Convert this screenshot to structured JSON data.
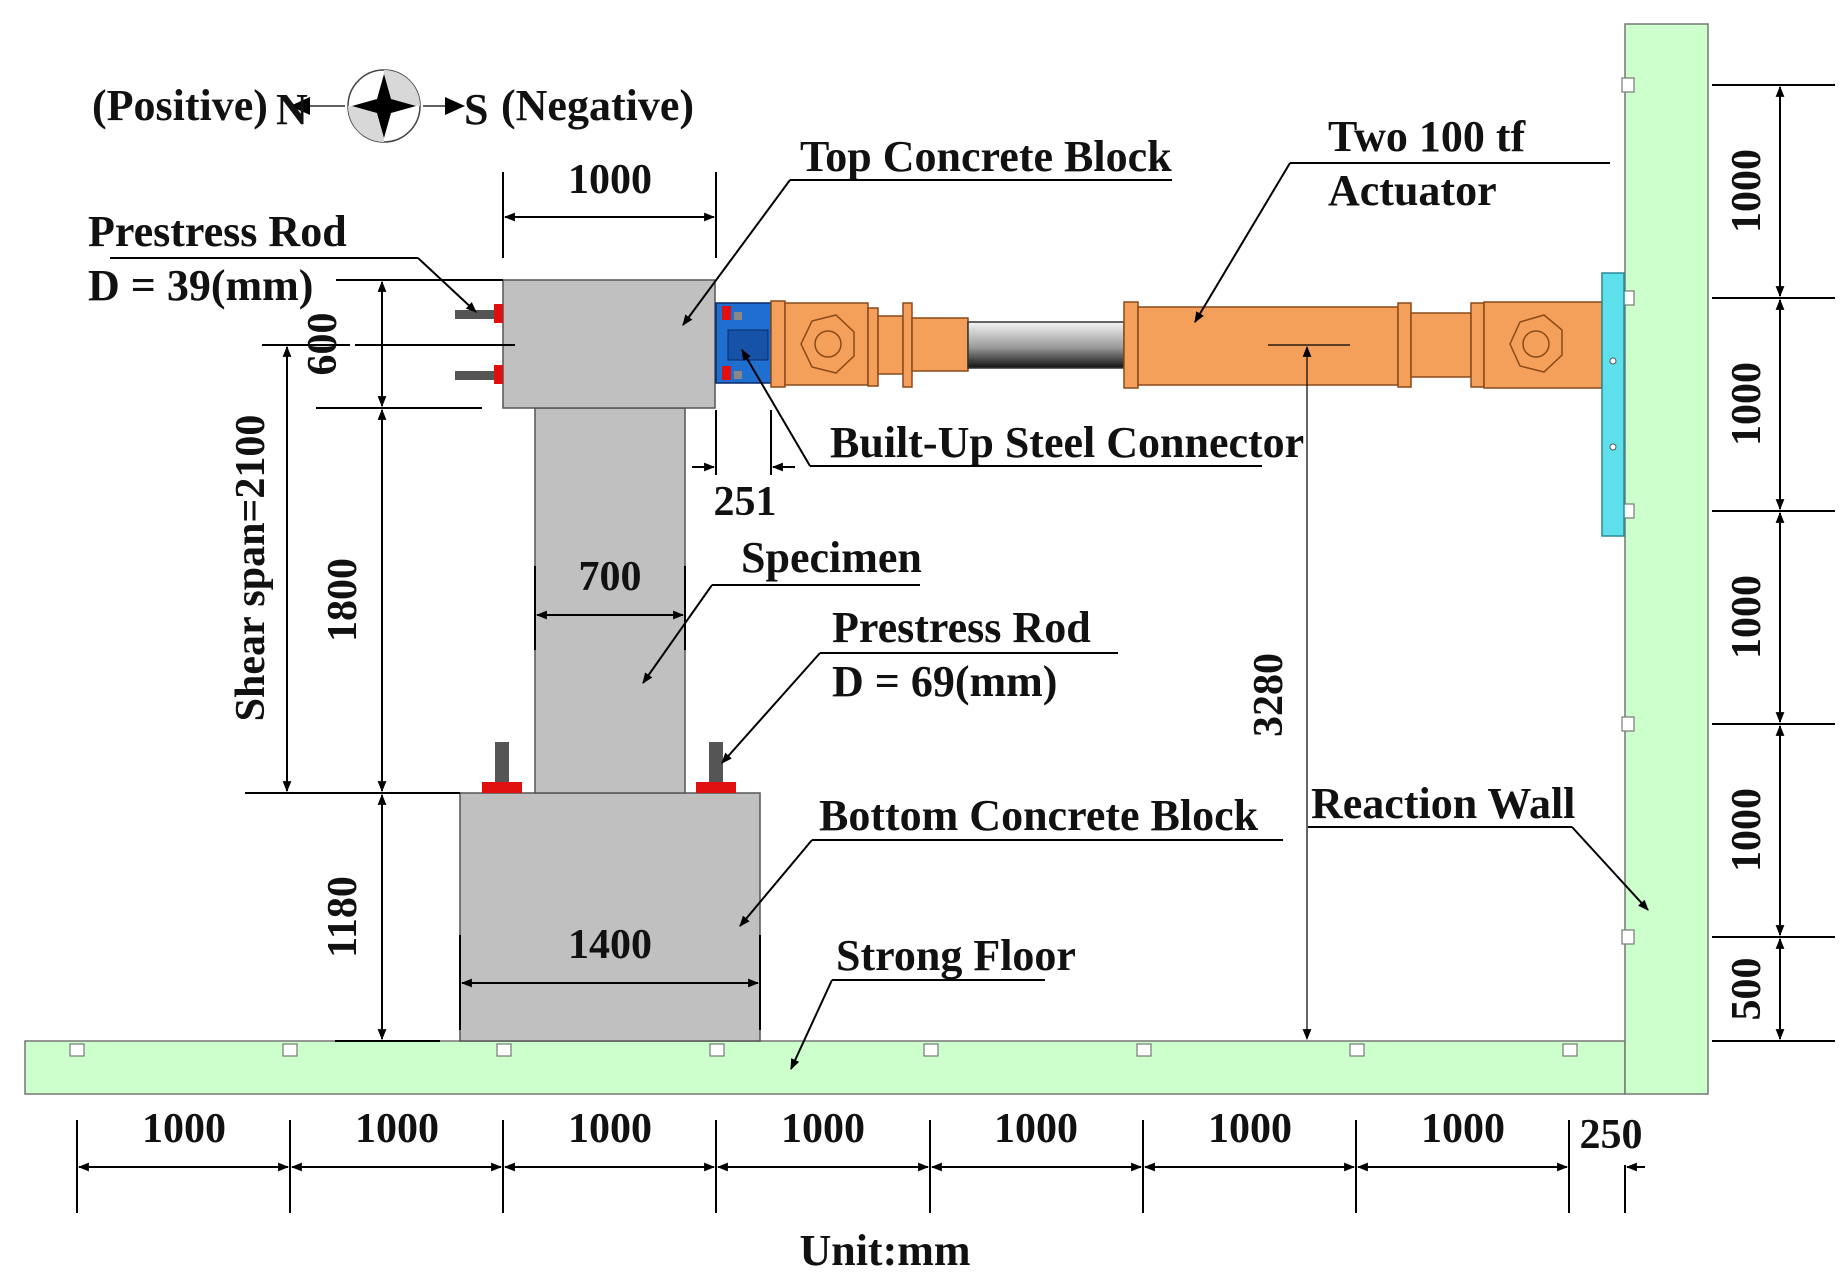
{
  "compass": {
    "north": "N",
    "south": "S",
    "positive": "(Positive)",
    "negative": "(Negative)"
  },
  "labels": {
    "top_block": "Top Concrete Block",
    "actuator_1": "Two 100 tf",
    "actuator_2": "Actuator",
    "rod_top_1": "Prestress Rod",
    "rod_top_2": "D = 39(mm)",
    "connector": "Built-Up Steel Connector",
    "specimen": "Specimen",
    "rod_bottom_1": "Prestress Rod",
    "rod_bottom_2": "D = 69(mm)",
    "bottom_block": "Bottom Concrete Block",
    "reaction_wall": "Reaction Wall",
    "strong_floor": "Strong Floor",
    "unit": "Unit:mm",
    "shear_span": "Shear span=2100"
  },
  "dimensions": {
    "top_width": "1000",
    "top_height": "600",
    "connector": "251",
    "column_height": "1800",
    "column_width": "700",
    "actuator_height": "3280",
    "bottom_height": "1180",
    "bottom_width": "1400",
    "floor_spacing": [
      "1000",
      "1000",
      "1000",
      "1000",
      "1000",
      "1000",
      "1000"
    ],
    "wall_thickness": "250",
    "wall_spacing": [
      "1000",
      "1000",
      "1000",
      "1000",
      "500"
    ]
  },
  "colors": {
    "concrete": "#c0c0c0",
    "floor": "#ccffcc",
    "actuator": "#f5a05a",
    "connector": "#1f6fd1",
    "plate": "#5ee0ec",
    "rod_nut": "#e01010"
  }
}
